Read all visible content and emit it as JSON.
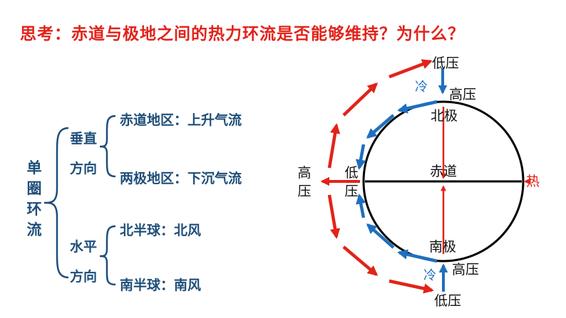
{
  "title": "思考：赤道与极地之间的热力环流是否能够维持？为什么？",
  "tree": {
    "root": "单圈环流",
    "branch_vertical_1": "垂直",
    "branch_vertical_2": "方向",
    "vertical_items": [
      "赤道地区：上升气流",
      "两极地区：下沉气流"
    ],
    "branch_horizontal_1": "水平",
    "branch_horizontal_2": "方向",
    "horizontal_items": [
      "北半球：北风",
      "南半球：南风"
    ]
  },
  "diagram": {
    "top_low": "低压",
    "top_cold": "冷",
    "top_high": "高压",
    "north_pole": "北极",
    "equator": "赤道",
    "hot": "热",
    "outer_high": "高压",
    "inner_low": "低压",
    "south_pole": "南极",
    "bottom_high": "高压",
    "bottom_cold": "冷",
    "bottom_low": "低压"
  },
  "colors": {
    "title": "#e2231a",
    "text": "#1f4e79",
    "red_arrow": "#e2231a",
    "blue_arrow": "#1f6fbf"
  }
}
